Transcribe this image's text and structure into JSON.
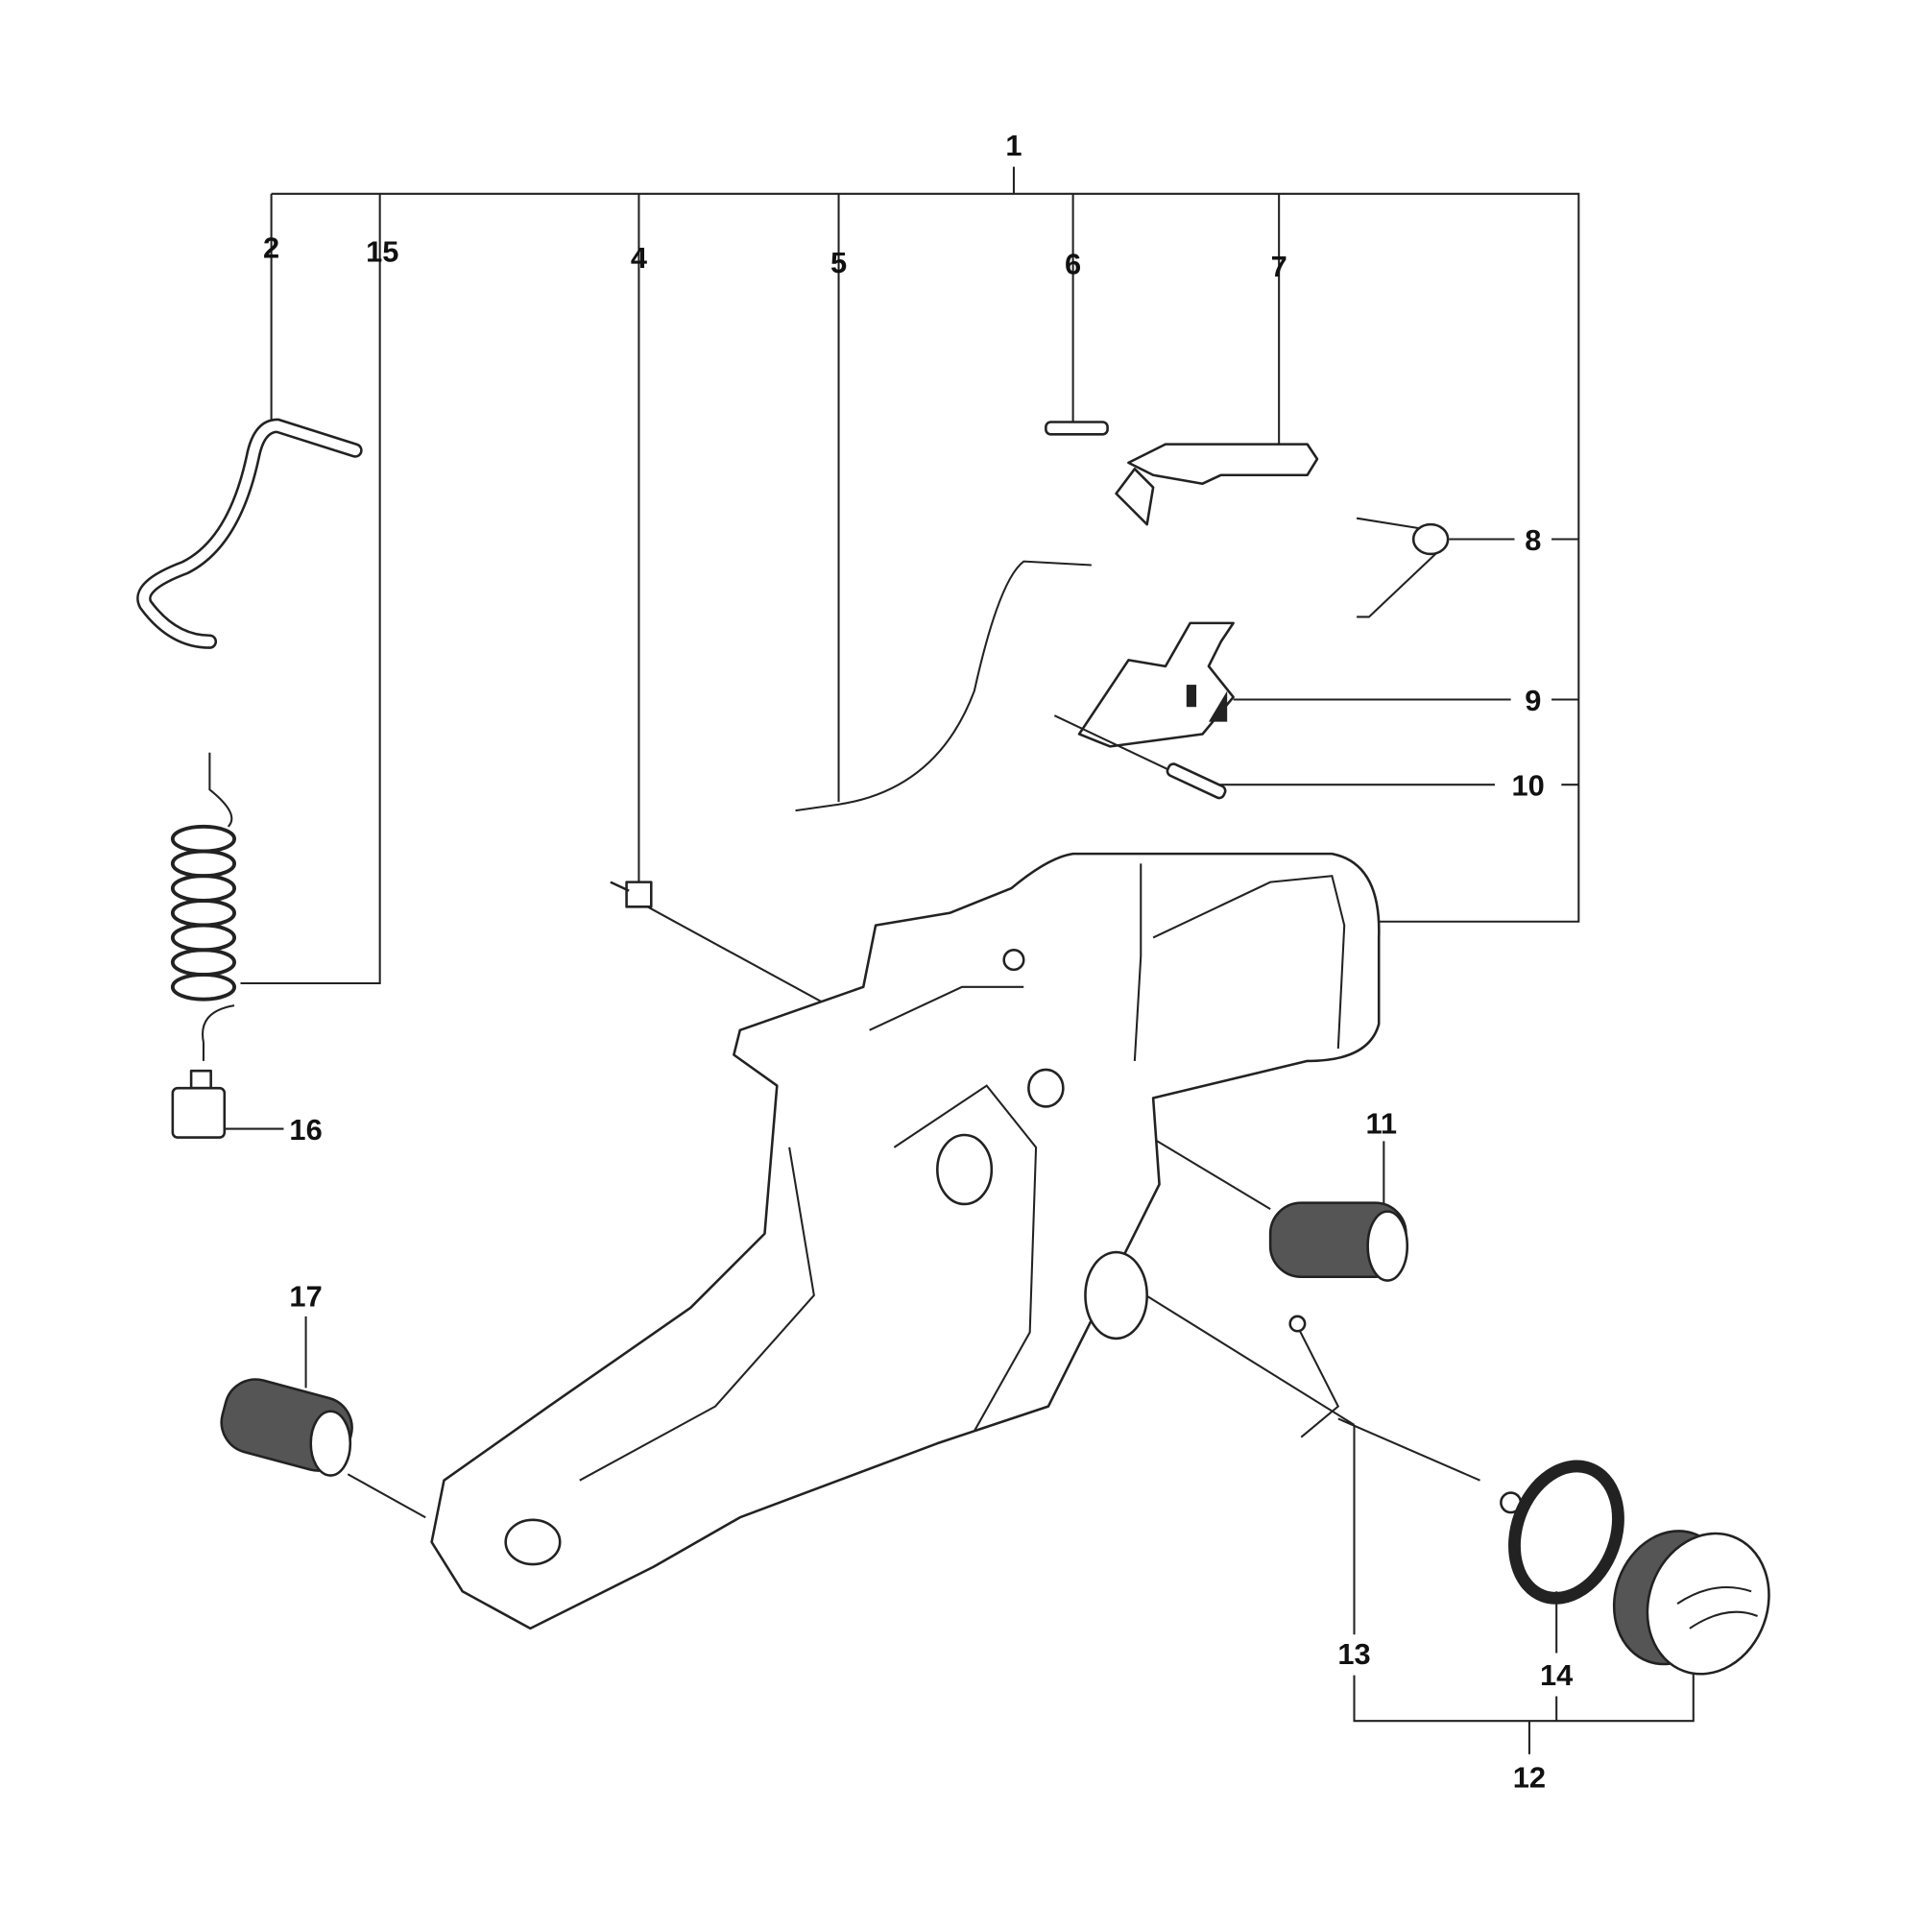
{
  "diagram": {
    "callouts": [
      "1",
      "2",
      "4",
      "5",
      "6",
      "7",
      "8",
      "9",
      "10",
      "11",
      "12",
      "13",
      "14",
      "15",
      "16",
      "17"
    ]
  }
}
